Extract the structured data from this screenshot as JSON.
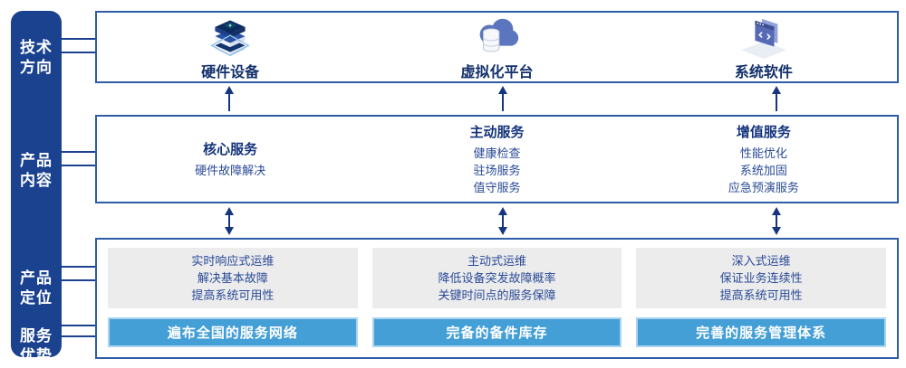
{
  "colors": {
    "rail_navy": "#1a428f",
    "box_border_blue": "#2e5ca6",
    "title_navy": "#14347c",
    "body_text_blue": "#2a4a97",
    "banner_sky_blue": "#449fd7",
    "banner_edge_blue": "#a9d3ee",
    "gray_panel": "#ececec",
    "arrow_navy": "#15357f"
  },
  "sidebar": {
    "labels": [
      {
        "line1": "技术",
        "line2": "方向"
      },
      {
        "line1": "产品",
        "line2": "内容"
      },
      {
        "line1": "产品",
        "line2": "定位"
      },
      {
        "line1": "服务",
        "line2": "优势"
      }
    ]
  },
  "tech_row": {
    "items": [
      {
        "icon": "server-stack-icon",
        "label": "硬件设备"
      },
      {
        "icon": "cloud-database-icon",
        "label": "虚拟化平台"
      },
      {
        "icon": "code-window-icon",
        "label": "系统软件"
      }
    ]
  },
  "content_row": {
    "columns": [
      {
        "title": "核心服务",
        "items": [
          "硬件故障解决"
        ]
      },
      {
        "title": "主动服务",
        "items": [
          "健康检查",
          "驻场服务",
          "值守服务"
        ]
      },
      {
        "title": "增值服务",
        "items": [
          "性能优化",
          "系统加固",
          "应急预演服务"
        ]
      }
    ]
  },
  "position_row": {
    "columns": [
      {
        "lines": [
          "实时响应式运维",
          "解决基本故障",
          "提高系统可用性"
        ],
        "banner": "遍布全国的服务网络"
      },
      {
        "lines": [
          "主动式运维",
          "降低设备突发故障概率",
          "关键时间点的服务保障"
        ],
        "banner": "完备的备件库存"
      },
      {
        "lines": [
          "深入式运维",
          "保证业务连续性",
          "提高系统可用性"
        ],
        "banner": "完善的服务管理体系"
      }
    ]
  }
}
